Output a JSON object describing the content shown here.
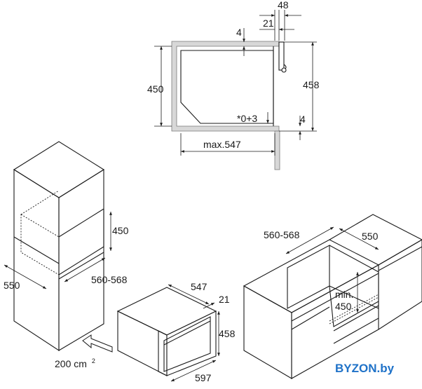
{
  "top_drawing": {
    "dim_48": "48",
    "dim_21": "21",
    "dim_4_top": "4",
    "dim_450": "450",
    "dim_458": "458",
    "dim_0_3": "*0+3",
    "dim_4_bottom": "4",
    "dim_max547": "max.547"
  },
  "tall_cabinet": {
    "dim_450": "450",
    "dim_550": "550",
    "dim_560_568": "560-568"
  },
  "appliance": {
    "dim_547": "547",
    "dim_21": "21",
    "dim_458": "458",
    "dim_597": "597",
    "vent_area": "200 cm",
    "vent_sup": "2"
  },
  "base_cabinet": {
    "dim_560_568": "560-568",
    "dim_550": "550",
    "dim_min": "min.",
    "dim_450": "450"
  },
  "watermark": "BYZON.by"
}
